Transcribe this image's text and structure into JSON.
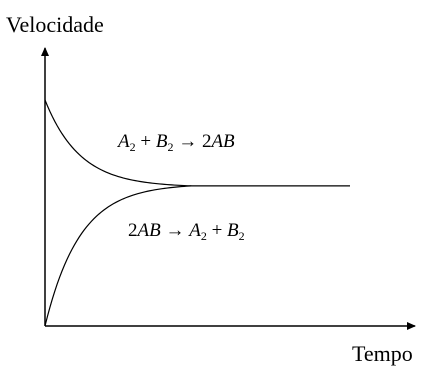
{
  "chart_data": {
    "type": "line",
    "ylabel": "Velocidade",
    "xlabel": "Tempo",
    "grid": false,
    "legend": "none",
    "series": [
      {
        "name": "A2 + B2 → 2AB",
        "label_parts": {
          "a": "A",
          "a_sub": "2",
          "plus": " + ",
          "b": "B",
          "b_sub": "2",
          "arrow": " → ",
          "coef": "2",
          "prod": "AB"
        },
        "shape": "decreasing",
        "start": 1.0,
        "plateau": 0.62,
        "equilibrium_x": 0.48
      },
      {
        "name": "2AB → A2 + B2",
        "label_parts": {
          "coef": "2",
          "prod": "AB",
          "arrow": " → ",
          "a": "A",
          "a_sub": "2",
          "plus": " + ",
          "b": "B",
          "b_sub": "2"
        },
        "shape": "increasing",
        "start": 0.0,
        "plateau": 0.62,
        "equilibrium_x": 0.48
      }
    ],
    "colors": {
      "line": "#000000",
      "background": "#ffffff"
    }
  }
}
